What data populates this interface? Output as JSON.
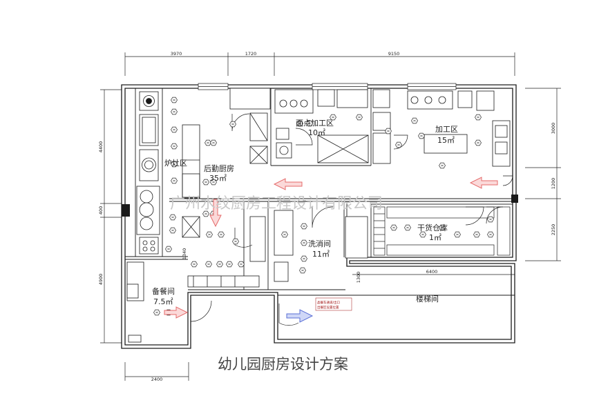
{
  "title": "幼儿园厨房设计方案",
  "watermark": "广州水纹厨房工程设计有限公司",
  "dimensions": {
    "top": [
      "3970",
      "1720",
      "9150"
    ],
    "bottom": [
      "2400",
      "6400"
    ],
    "left": [
      "4400",
      "400",
      "4900"
    ],
    "right": [
      "3000",
      "1200",
      "2250"
    ],
    "inner": [
      "1340",
      "1300"
    ]
  },
  "rooms": [
    {
      "name": "炉灶区",
      "area": ""
    },
    {
      "name": "后勤厨房",
      "area": "35㎡"
    },
    {
      "name": "面点加工区",
      "area": "10㎡"
    },
    {
      "name": "加工区",
      "area": "15㎡"
    },
    {
      "name": "干货仓库",
      "area": "1㎡"
    },
    {
      "name": "洗消间",
      "area": "11㎡"
    },
    {
      "name": "备餐间",
      "area": "7.5㎡"
    },
    {
      "name": "楼梯间",
      "area": ""
    }
  ],
  "note_lines": [
    "晶餐车通道/出口",
    "出餐区设置位置"
  ],
  "colors": {
    "line": "#1a1a1a",
    "flow_red": "#e46a6a",
    "flow_blue": "#5a6fd6",
    "watermark": "#c8c8c8"
  },
  "icons": [
    "hexagon-outlet-icon",
    "flow-arrow-icon",
    "door-swing-icon",
    "stove-burner-icon"
  ]
}
